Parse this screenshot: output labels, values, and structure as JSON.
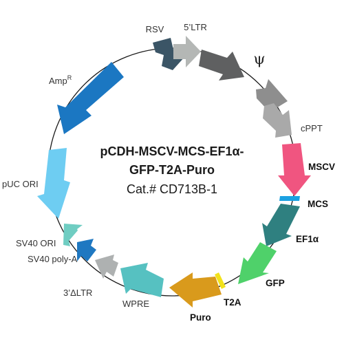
{
  "title": {
    "line1": "pCDH-MSCV-MCS-EF1α-",
    "line2": "GFP-T2A-Puro",
    "line3": "Cat.# CD713B-1"
  },
  "features": {
    "rsv": {
      "label": "RSV",
      "color": "#3b5566"
    },
    "ltr5": {
      "label": "5’LTR",
      "color": "#b4b7b5"
    },
    "psi": {
      "label": "ψ",
      "color": "#5f6061"
    },
    "gray2": {
      "color": "#8e8e8e"
    },
    "cppt": {
      "label": "cPPT",
      "color": "#a9a9a9"
    },
    "mscv": {
      "label": "MSCV",
      "color": "#f05580"
    },
    "mcs": {
      "label": "MCS",
      "color": "#1ba1e2"
    },
    "ef1a": {
      "label": "EF1α",
      "color": "#2f8080"
    },
    "gfp": {
      "label": "GFP",
      "color": "#4fd16a"
    },
    "t2a": {
      "label": "T2A",
      "color": "#f2e21b"
    },
    "puro": {
      "label": "Puro",
      "color": "#d99a1c"
    },
    "wpre": {
      "label": "WPRE",
      "color": "#56c1c1"
    },
    "ltr3": {
      "label": "3’ΔLTR",
      "color": "#aeb1b1"
    },
    "sv40pa": {
      "label": "SV40 poly-A",
      "color": "#1f78c1"
    },
    "sv40ori": {
      "label": "SV40 ORI",
      "color": "#6fcdc2"
    },
    "puc": {
      "label": "pUC ORI",
      "color": "#6ecdf2"
    },
    "amp": {
      "label": "Amp",
      "label_sup": "R",
      "color": "#1b77c2"
    }
  }
}
